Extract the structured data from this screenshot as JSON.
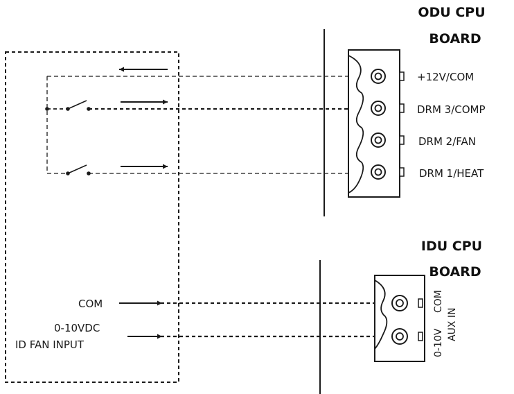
{
  "odu": {
    "title_line1": "ODU CPU",
    "title_line2": "BOARD",
    "terminals": [
      "+12V/COM",
      "DRM 3/COMP",
      "DRM 2/FAN",
      "DRM 1/HEAT"
    ]
  },
  "idu": {
    "title_line1": "IDU CPU",
    "title_line2": "BOARD",
    "terminal_labels": [
      "COM",
      "0-10V",
      "AUX IN"
    ]
  },
  "inputs": {
    "com": "COM",
    "vdc_line1": "0-10VDC",
    "vdc_line2": "ID FAN INPUT"
  }
}
